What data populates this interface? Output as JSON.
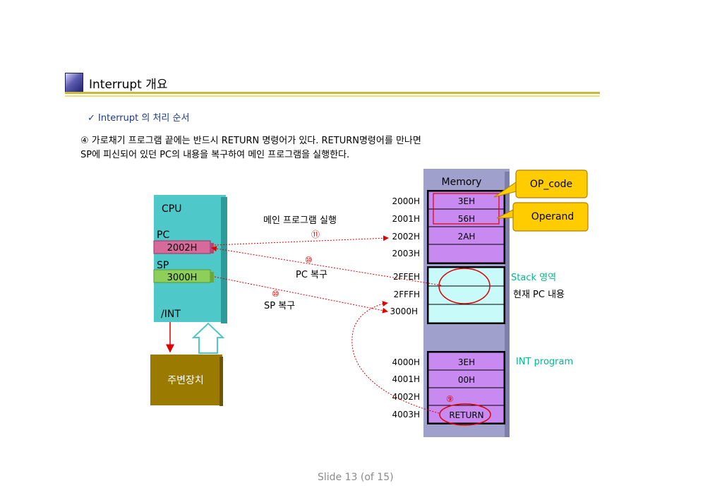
{
  "header": {
    "title": "Interrupt 개요",
    "subtitle": "✓ Interrupt 의 처리 순서"
  },
  "description": {
    "line1": "④  가로채기 프로그램 끝에는 반드시 RETURN 명령어가 있다. RETURN명령어를 만나면",
    "line2": "SP에 피신되어 있던 PC의 내용을 복구하여 메인 프로그램을 실행한다."
  },
  "cpu": {
    "label": "CPU",
    "pc_label": "PC",
    "pc_value": "2002H",
    "sp_label": "SP",
    "sp_value": "3000H",
    "int_label": "/INT"
  },
  "device": {
    "label": "주변장치"
  },
  "memory": {
    "label": "Memory",
    "block1": [
      {
        "addr": "2000H",
        "value": "3EH"
      },
      {
        "addr": "2001H",
        "value": "56H"
      },
      {
        "addr": "2002H",
        "value": "2AH"
      },
      {
        "addr": "2003H",
        "value": ""
      }
    ],
    "block2": [
      {
        "addr": "2FFEH",
        "value": ""
      },
      {
        "addr": "2FFFH",
        "value": ""
      },
      {
        "addr": "3000H",
        "value": ""
      }
    ],
    "block3": [
      {
        "addr": "4000H",
        "value": "3EH"
      },
      {
        "addr": "4001H",
        "value": "00H"
      },
      {
        "addr": "4002H",
        "value": ""
      },
      {
        "addr": "4003H",
        "value": "RETURN"
      }
    ]
  },
  "callouts": {
    "opcode": "OP_code",
    "operand": "Operand"
  },
  "labels": {
    "stack_area": "Stack 영역",
    "current_pc": "현재 PC 내용",
    "int_program": "INT program",
    "main_run": "메인 프로그램 실행",
    "pc_restore": "PC 복구",
    "sp_restore": "SP 복구"
  },
  "steps": {
    "s9": "⑨",
    "s10a": "⑩",
    "s10b": "⑩",
    "s11": "⑪"
  },
  "footer": {
    "slide": "Slide  13 (of  15)"
  },
  "colors": {
    "cpu_fill": "#4ec8c8",
    "pc_reg": "#d66a9a",
    "sp_reg": "#8ecf5a",
    "device_fill": "#9a7a00",
    "memory_bg": "#a0a0cc",
    "mem_cell": "#c889f0",
    "stack_cell": "#c8fafa",
    "callout_fill": "#ffcc00",
    "accent_green": "#00b890",
    "arrow_red": "#e00000"
  }
}
